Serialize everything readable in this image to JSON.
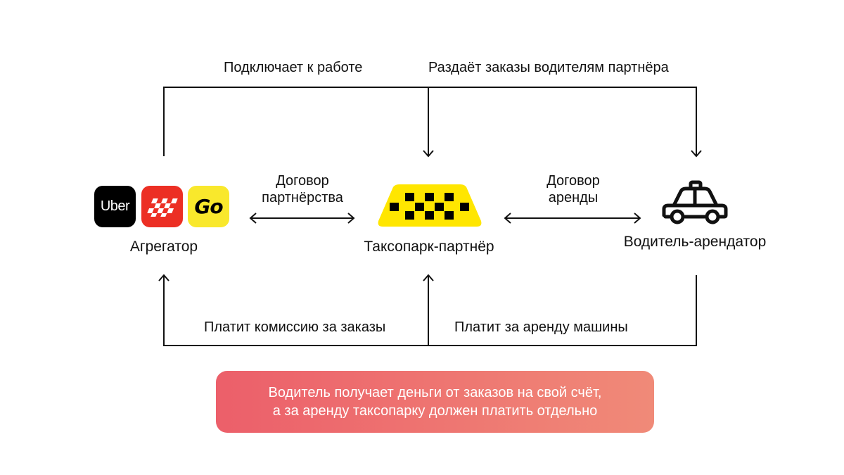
{
  "colors": {
    "line": "#111111",
    "taxi_yellow": "#ffe600",
    "yandex_red": "#ec2f24",
    "go_yellow": "#f9e82c",
    "callout_start": "#ec5f6a",
    "callout_end": "#f08a78"
  },
  "nodes": {
    "aggregator": {
      "label": "Агрегатор",
      "icons": {
        "uber": {
          "icon": "uber-app-icon",
          "text": "Uber"
        },
        "yandex": {
          "icon": "yandex-taxi-app-icon"
        },
        "go": {
          "icon": "yandex-go-app-icon",
          "text": "Go"
        }
      }
    },
    "taxi_park": {
      "label": "Таксопарк-партнёр",
      "icon": "taxi-roof-sign-icon"
    },
    "driver": {
      "label": "Водитель-арендатор",
      "icon": "taxi-car-icon"
    }
  },
  "edges": {
    "connects": "Подключает к работе",
    "dispatches": "Раздаёт заказы водителям партнёра",
    "partnership": {
      "line1": "Договор",
      "line2": "партнёрства"
    },
    "lease": {
      "line1": "Договор",
      "line2": "аренды"
    },
    "commission": "Платит комиссию за заказы",
    "rent": "Платит за аренду машины"
  },
  "callout": {
    "line1": "Водитель получает деньги от заказов на свой счёт,",
    "line2": "а за аренду таксопарку должен платить отдельно"
  }
}
